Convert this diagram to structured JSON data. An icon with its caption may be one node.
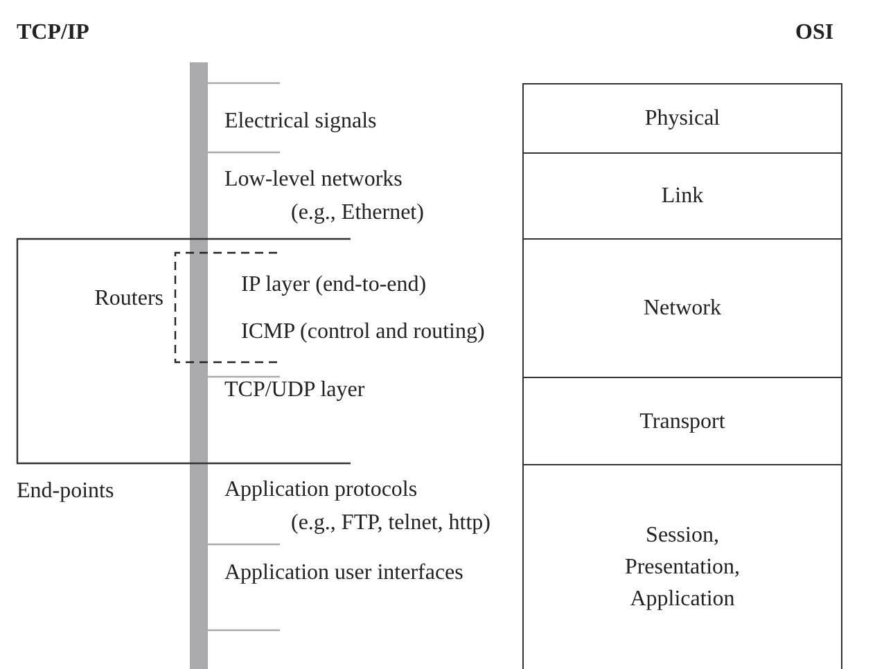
{
  "diagram": {
    "nodes": [
      {
        "text": [
          "End-points"
        ]
      },
      {
        "text": [
          "Routers"
        ],
        "in": 0
      },
      {
        "text": [
          "Electrical signals"
        ]
      },
      {
        "text": [
          "Low-level networks",
          "(e.g., Ethernet)"
        ]
      },
      {
        "text": [
          "IP layer (end-to-end)"
        ],
        "in": 1
      },
      {
        "text": [
          "ICMP (control and routing)"
        ],
        "in": 1
      },
      {
        "text": [
          "TCP/UDP layer"
        ],
        "in": 0
      },
      {
        "text": [
          "Application protocols",
          "(e.g., FTP, telnet, http)"
        ]
      },
      {
        "text": [
          "Application user interfaces"
        ]
      },
      {
        "text": [
          "Physical"
        ]
      },
      {
        "text": [
          "Link"
        ]
      },
      {
        "text": [
          "Network"
        ]
      },
      {
        "text": [
          "Transport"
        ]
      },
      {
        "text": [
          "Session, Presentation, Application"
        ]
      }
    ],
    "labels": [
      "TCP/IP",
      "OSI"
    ]
  }
}
